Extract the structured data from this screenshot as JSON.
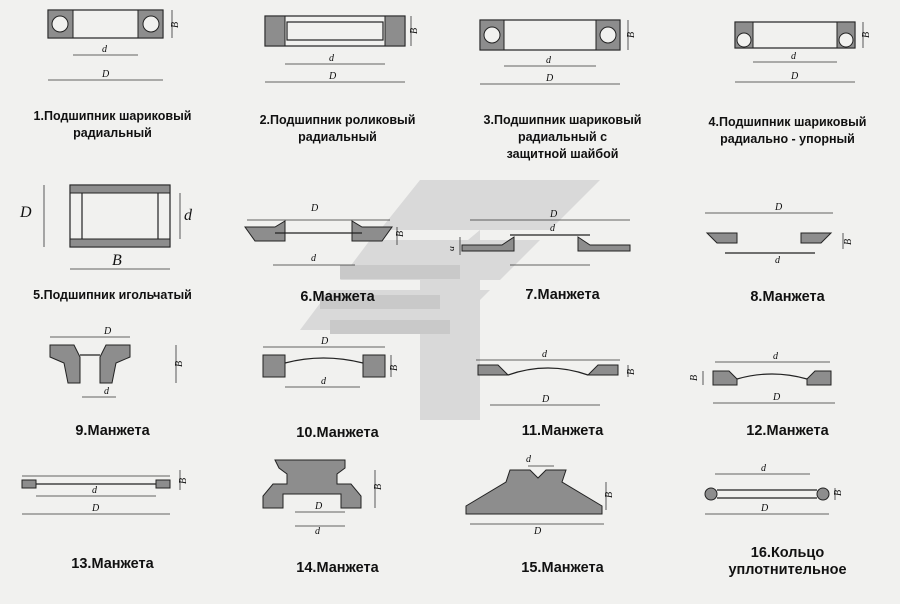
{
  "items": [
    {
      "num": "1.",
      "title": "Подшипник шариковый",
      "title2": "радиальный",
      "d1": "d",
      "d2": "D",
      "d3": "B"
    },
    {
      "num": "2.",
      "title": "Подшипник роликовый",
      "title2": "радиальный",
      "d1": "d",
      "d2": "D",
      "d3": "B"
    },
    {
      "num": "3.",
      "title": "Подшипник шариковый",
      "title2": "радиальный с",
      "title3": "защитной шайбой",
      "d1": "d",
      "d2": "D",
      "d3": "B"
    },
    {
      "num": "4.",
      "title": "Подшипник шариковый",
      "title2": "радиально - упорный",
      "d1": "d",
      "d2": "D",
      "d3": "B"
    },
    {
      "num": "5.",
      "title": "Подшипник игольчатый",
      "d1": "D",
      "d2": "d",
      "d3": "B"
    },
    {
      "num": "6.",
      "title": "Манжета",
      "d1": "d",
      "d2": "D",
      "d3": "B"
    },
    {
      "num": "7.",
      "title": "Манжета",
      "d1": "d",
      "d2": "D",
      "d3": "d"
    },
    {
      "num": "8.",
      "title": "Манжета",
      "d1": "d",
      "d2": "D",
      "d3": "B"
    },
    {
      "num": "9.",
      "title": "Манжета",
      "d1": "d",
      "d2": "D",
      "d3": "B"
    },
    {
      "num": "10.",
      "title": "Манжета",
      "d1": "d",
      "d2": "D",
      "d3": "B"
    },
    {
      "num": "11.",
      "title": "Манжета",
      "d1": "d",
      "d2": "D",
      "d3": "B"
    },
    {
      "num": "12.",
      "title": "Манжета",
      "d1": "d",
      "d2": "D",
      "d3": "B"
    },
    {
      "num": "13.",
      "title": "Манжета",
      "d1": "d",
      "d2": "D",
      "d3": "B"
    },
    {
      "num": "14.",
      "title": "Манжета",
      "d1": "d",
      "d2": "D",
      "d3": "B"
    },
    {
      "num": "15.",
      "title": "Манжета",
      "d1": "d",
      "d2": "D",
      "d3": "B"
    },
    {
      "num": "16.",
      "title": "Кольцо",
      "title2": "уплотнительное",
      "d1": "d",
      "d2": "D",
      "d3": "B"
    }
  ],
  "colors": {
    "ink": "#222222",
    "hatch": "#8d8d8d",
    "watermark": "#d6d6d6",
    "background": "#f1f1ef"
  },
  "watermark_icon": "stylized-arrow-logo-icon"
}
